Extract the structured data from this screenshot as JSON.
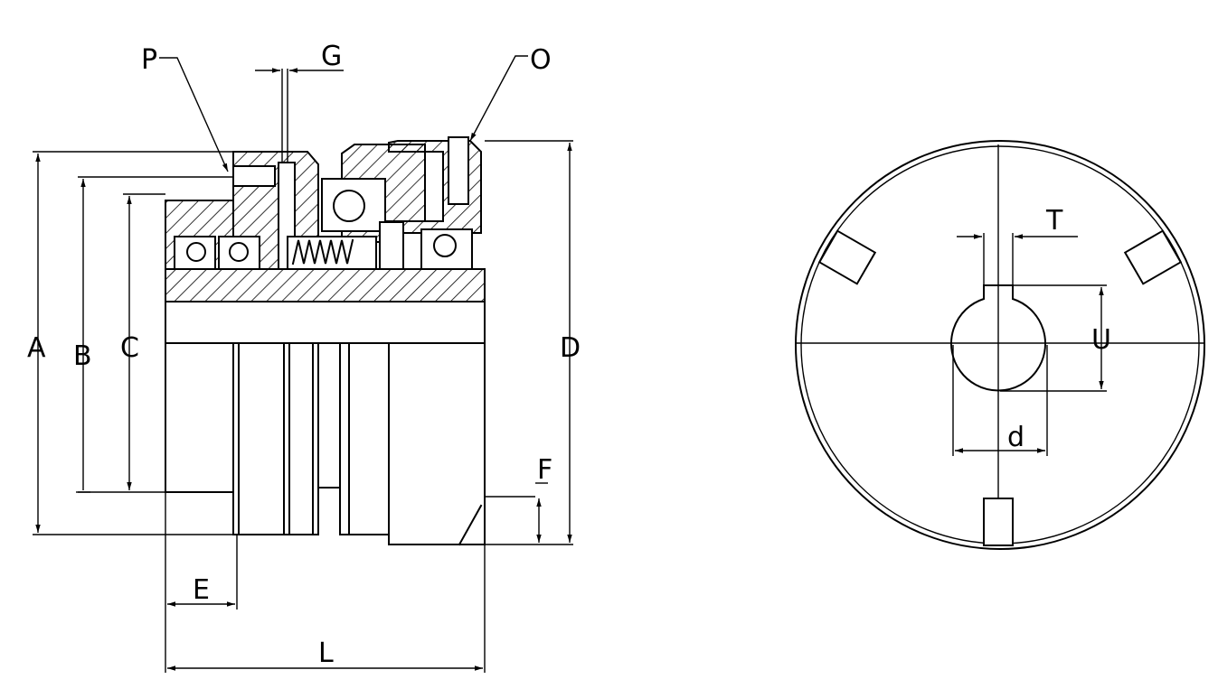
{
  "drawing": {
    "side_view_labels": {
      "A": "A",
      "B": "B",
      "C": "C",
      "D": "D",
      "E": "E",
      "F": "F",
      "G": "G",
      "L": "L",
      "O": "O",
      "P": "P"
    },
    "end_view_labels": {
      "T": "T",
      "U": "U",
      "d": "d"
    }
  }
}
